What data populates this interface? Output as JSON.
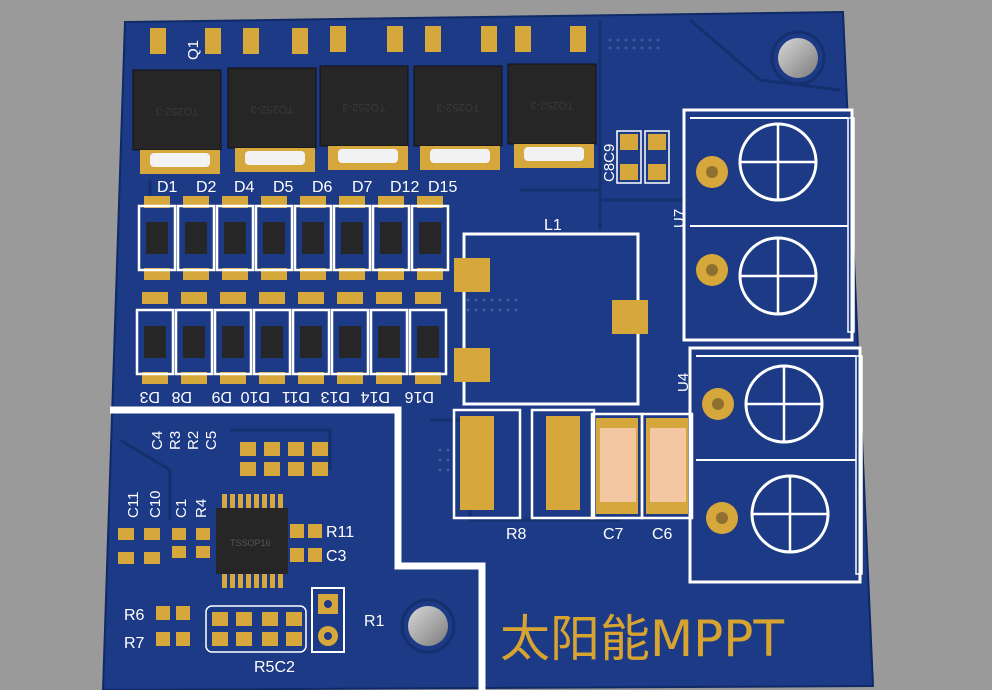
{
  "board": {
    "title": "太阳能MPPT",
    "colors": {
      "background": "#9a9a9a",
      "pcb": "#1c3a86",
      "pcb_dark": "#15306f",
      "pad": "#d6a73a",
      "silk": "#ffffff",
      "ic_body": "#262626",
      "cap_body": "#f3c7a2"
    }
  },
  "mosfets": {
    "q1_label": "Q1",
    "package_label": "TO252-3",
    "diode_labels": [
      "D1",
      "D2",
      "D4",
      "D5",
      "D6",
      "D7",
      "D12",
      "D15"
    ]
  },
  "diode_rows": {
    "bottom_labels": [
      "D3",
      "D8",
      "D9",
      "D10",
      "D11",
      "D13",
      "D14",
      "D16"
    ]
  },
  "inductor": {
    "label": "L1"
  },
  "caps_top": {
    "label": "C8C9"
  },
  "terminals": {
    "u7_label": "U7",
    "u4_label": "U4"
  },
  "power_parts": {
    "r8_label": "R8",
    "c7_label": "C7",
    "c6_label": "C6"
  },
  "control": {
    "top_labels": [
      "C4",
      "R3",
      "R2",
      "C5"
    ],
    "left_labels": [
      "C11",
      "C10",
      "C1",
      "R4"
    ],
    "r11_label": "R11",
    "c3_label": "C3",
    "r6_label": "R6",
    "r7_label": "R7",
    "r5c2_label": "R5C2",
    "r1_label": "R1",
    "ic_label": "TSSOP16"
  }
}
